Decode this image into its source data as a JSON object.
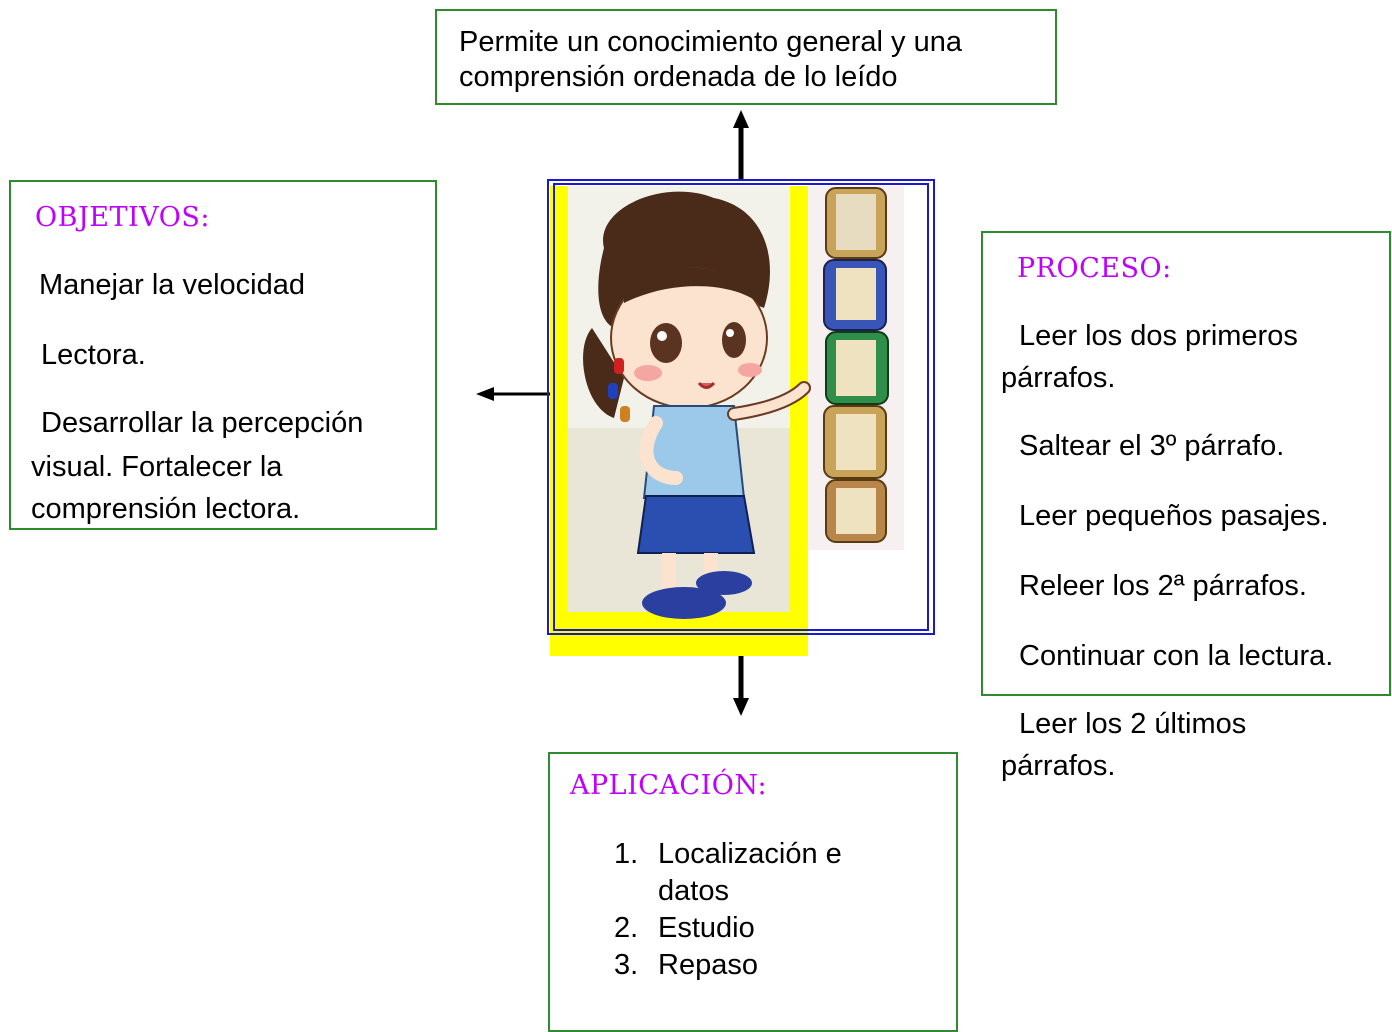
{
  "top_box": {
    "line1": "Permite un conocimiento general y una",
    "line2": "comprensión ordenada de lo leído"
  },
  "objetivos": {
    "heading": "OBJETIVOS:",
    "items": [
      "Manejar la velocidad",
      "Lectora.",
      "Desarrollar la   percepción",
      "visual.  Fortalecer la",
      "comprensión lectora."
    ]
  },
  "proceso": {
    "heading": "PROCESO:",
    "items": [
      "Leer los dos primeros",
      "párrafos.",
      "Saltear el 3º párrafo.",
      "Leer pequeños pasajes.",
      "Releer los 2ª párrafos.",
      "Continuar con la lectura.",
      "Leer los 2 últimos",
      "párrafos."
    ]
  },
  "aplicacion": {
    "heading": "APLICACIÓN:",
    "items": [
      {
        "num": "1.",
        "text": "Localización e datos"
      },
      {
        "num": "2.",
        "text": "Estudio"
      },
      {
        "num": "3.",
        "text": "Repaso"
      }
    ]
  },
  "colors": {
    "box_border": "#2e8b2e",
    "heading": "#c000ff",
    "frame": "#1a1acc",
    "highlight": "#ffff00"
  }
}
